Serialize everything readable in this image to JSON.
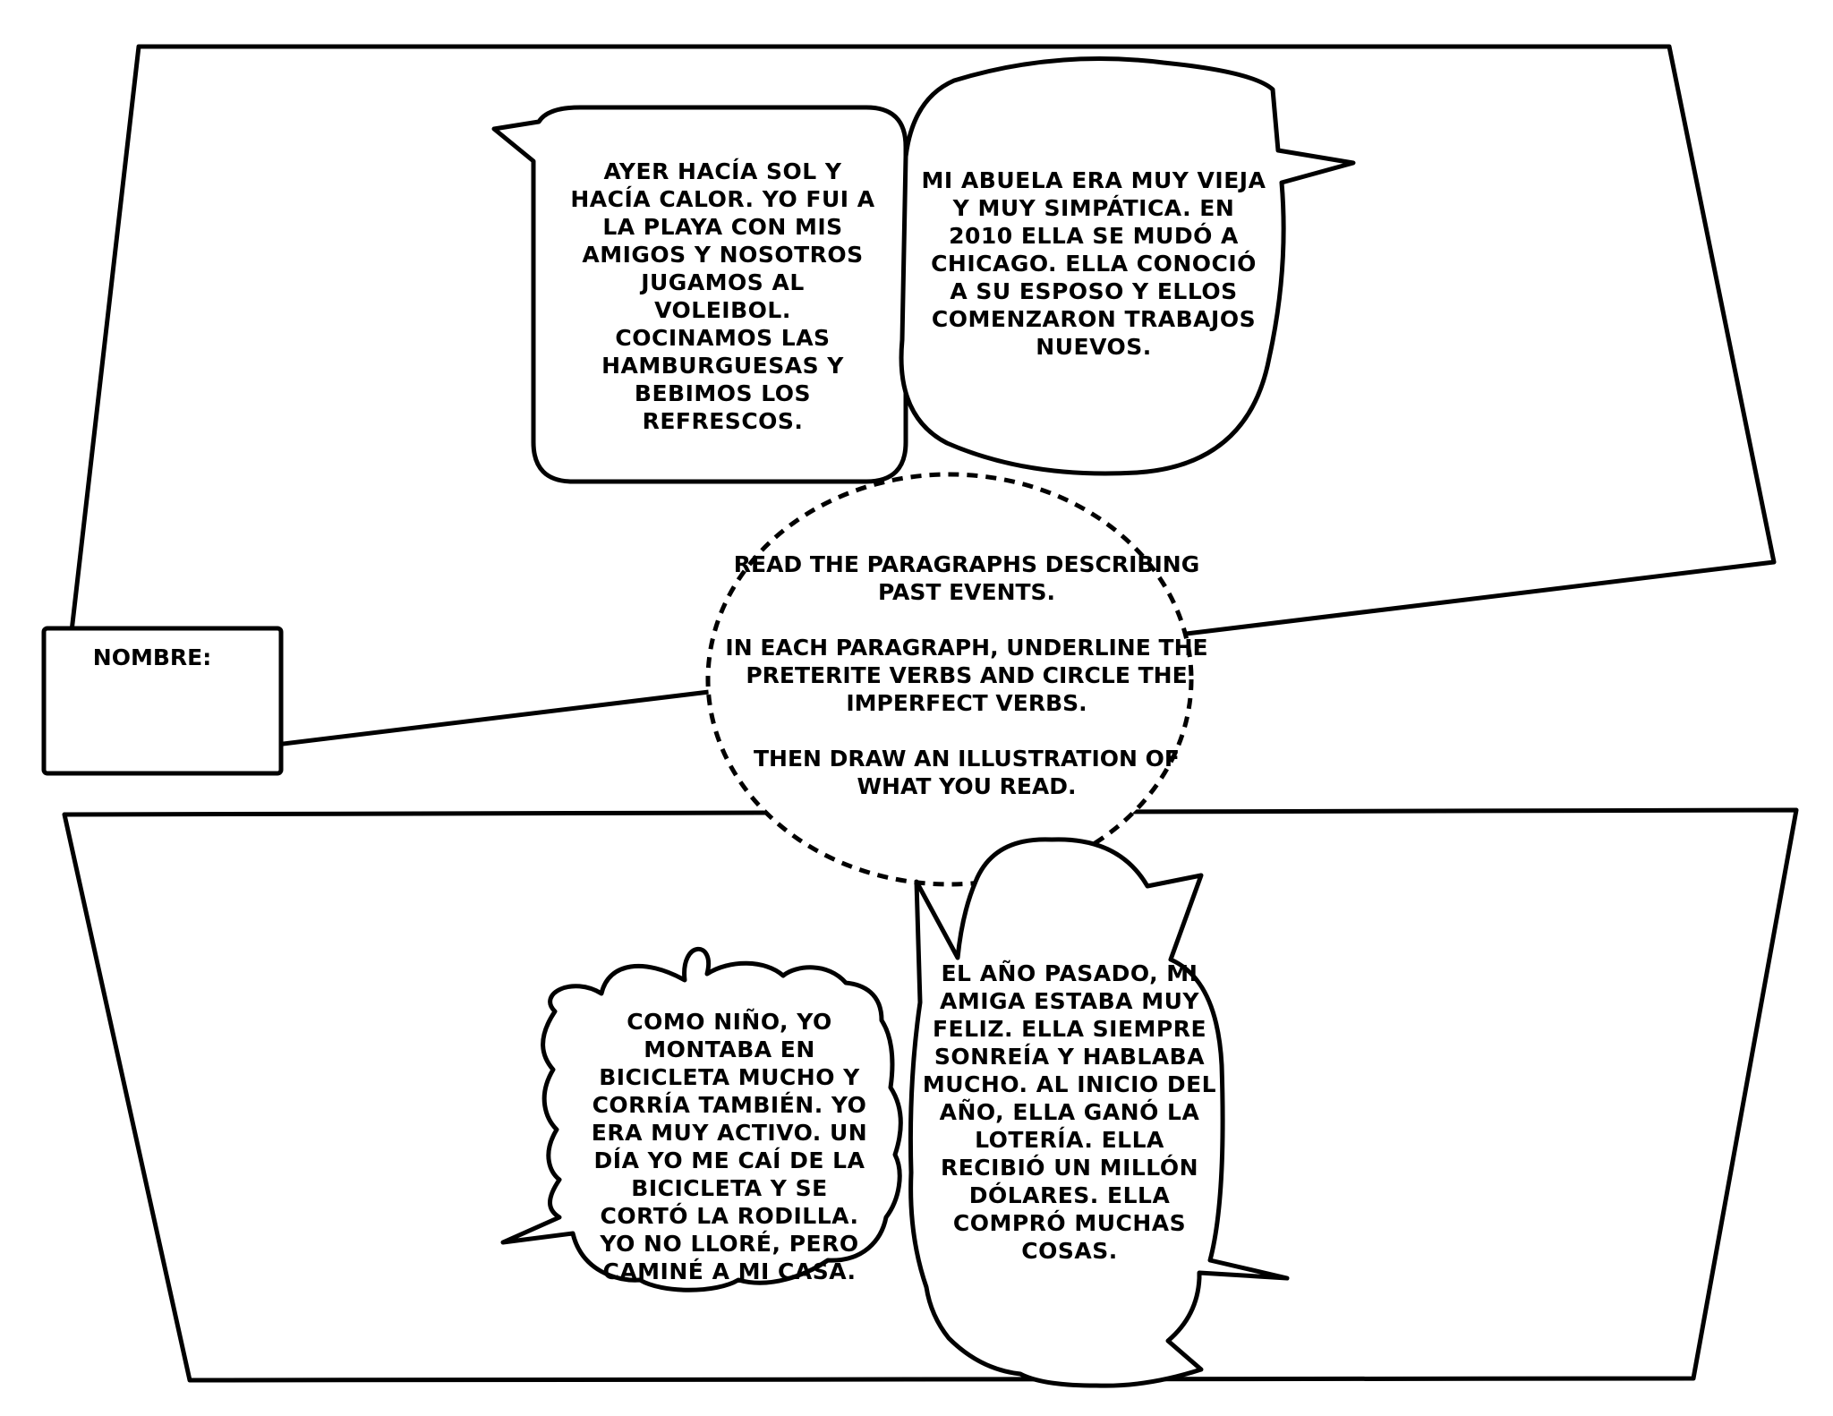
{
  "name_box": {
    "label": "NOMBRE:"
  },
  "instructions": {
    "paragraphs": [
      "READ THE PARAGRAPHS DESCRIBING PAST EVENTS.",
      "IN EACH PARAGRAPH, UNDERLINE THE PRETERITE VERBS AND CIRCLE THE IMPERFECT VERBS.",
      "THEN DRAW AN ILLUSTRATION OF WHAT YOU READ."
    ]
  },
  "bubbles": {
    "beach": "AYER HACÍA SOL Y\nHACÍA CALOR.  YO FUI A\nLA PLAYA CON MIS\nAMIGOS Y NOSOTROS\nJUGAMOS AL\nVOLEIBOL.\nCOCINAMOS LAS\nHAMBURGUESAS Y\nBEBIMOS LOS\nREFRESCOS.",
    "grandmother": "MI ABUELA ERA MUY VIEJA\nY MUY SIMPÁTICA.  EN\n2010 ELLA SE MUDÓ A\nCHICAGO.  ELLA CONOCIÓ\nA SU ESPOSO Y ELLOS\nCOMENZARON TRABAJOS\nNUEVOS.",
    "bicycle": "COMO NIÑO, YO\nMONTABA EN\nBICICLETA MUCHO Y\nCORRÍA TAMBIÉN.  YO\nERA MUY ACTIVO.  UN\nDÍA YO ME CAÍ DE LA\nBICICLETA Y SE\nCORTÓ LA RODILLA.\nYO NO LLORÉ, PERO\nCAMINÉ A MI CASA.",
    "lottery": "EL AÑO PASADO, MI\nAMIGA ESTABA MUY\nFELIZ.  ELLA SIEMPRE\nSONREÍA Y HABLABA\nMUCHO.  AL INICIO DEL\nAÑO, ELLA GANÓ LA\nLOTERÍA.  ELLA\nRECIBIÓ UN MILLÓN\nDÓLARES.  ELLA\nCOMPRÓ MUCHAS\nCOSAS."
  }
}
